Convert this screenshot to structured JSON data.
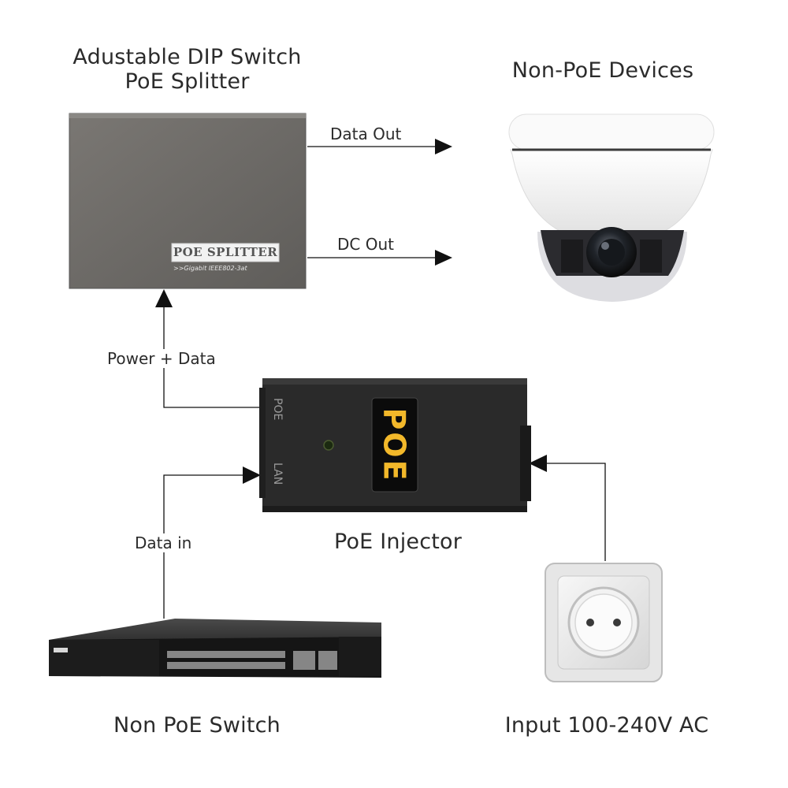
{
  "splitter": {
    "title_line1": "Adustable DIP Switch",
    "title_line2": "PoE Splitter",
    "label_main": "POE SPLITTER",
    "label_sub": ">>Gigabit  IEEE802-3at"
  },
  "devices": {
    "title": "Non-PoE Devices"
  },
  "injector": {
    "title": "PoE Injector",
    "port_poe": "POE",
    "port_lan": "LAN",
    "badge": "POE"
  },
  "switch": {
    "title": "Non PoE Switch"
  },
  "outlet": {
    "title": "Input 100-240V AC"
  },
  "flows": {
    "data_out": "Data Out",
    "dc_out": "DC Out",
    "power_data": "Power + Data",
    "data_in": "Data in"
  },
  "colors": {
    "splitter_body": "#6f6d69",
    "injector_body": "#262626",
    "badge_text": "#f2b82a",
    "arrow": "#111111"
  }
}
